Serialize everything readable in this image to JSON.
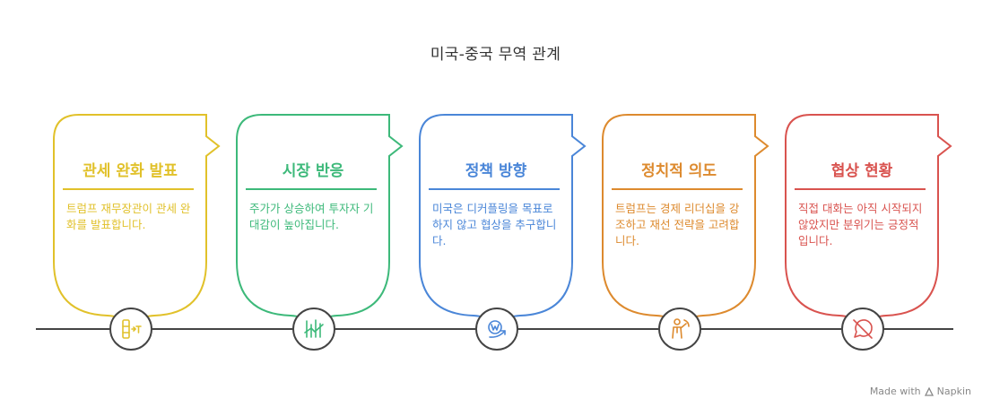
{
  "title": "미국-중국 무역 관계",
  "cards": [
    {
      "title": "관세 완화 발표",
      "body": "트럼프 재무장관이 관세 완화를 발표합니다.",
      "color": "#E1C12A",
      "icon": "tariff-icon"
    },
    {
      "title": "시장 반응",
      "body": "주가가 상승하여 투자자 기대감이 높아집니다.",
      "color": "#3DB97A",
      "icon": "stock-chart-icon"
    },
    {
      "title": "정책 방향",
      "body": "미국은 디커플링을 목표로 하지 않고 협상을 추구합니다.",
      "color": "#4A86D8",
      "icon": "policy-direction-icon"
    },
    {
      "title": "정치적 의도",
      "body": "트럼프는 경제 리더십을 강조하고 재선 전략을 고려합니다.",
      "color": "#DD8A2E",
      "icon": "politician-icon"
    },
    {
      "title": "협상 현황",
      "body": "직접 대화는 아직 시작되지 않았지만 분위기는 긍정적입니다.",
      "color": "#D9534F",
      "icon": "no-chat-icon"
    }
  ],
  "footer": {
    "label": "Made with",
    "brand": "Napkin"
  }
}
